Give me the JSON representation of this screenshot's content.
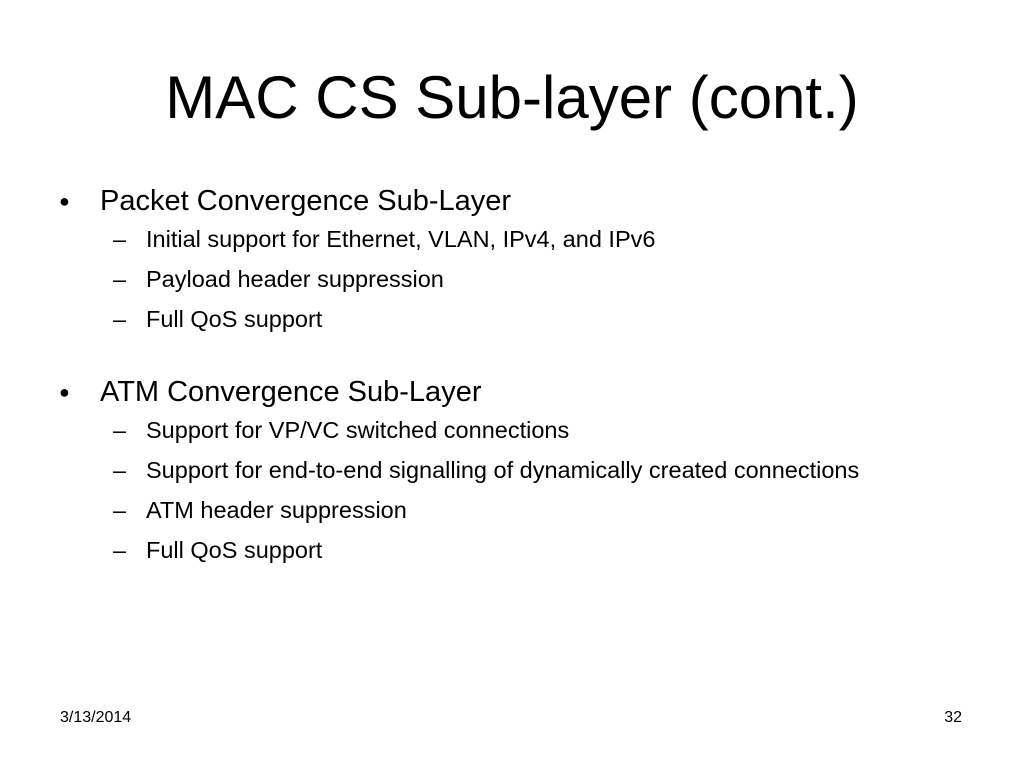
{
  "slide": {
    "title": "MAC CS Sub-layer (cont.)",
    "bullet_symbol": "●",
    "dash_symbol": "–",
    "sections": [
      {
        "heading": "Packet Convergence Sub-Layer",
        "items": [
          "Initial support for Ethernet, VLAN, IPv4, and IPv6",
          "Payload header suppression",
          "Full QoS support"
        ]
      },
      {
        "heading": "ATM Convergence Sub-Layer",
        "items": [
          "Support for VP/VC switched connections",
          "Support for end-to-end signalling of dynamically created connections",
          "ATM header suppression",
          "Full QoS support"
        ]
      }
    ]
  },
  "footer": {
    "date": "3/13/2014",
    "page_number": "32"
  }
}
